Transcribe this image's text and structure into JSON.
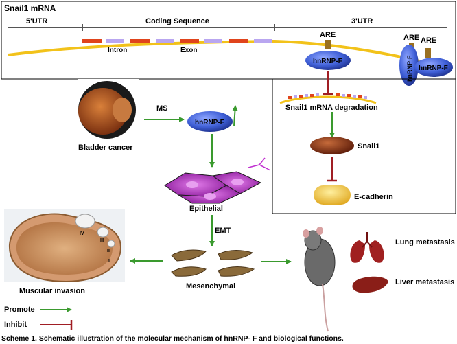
{
  "mrna": {
    "title": "Snail1 mRNA",
    "utr5": "5'UTR",
    "coding": "Coding Sequence",
    "utr3": "3'UTR",
    "intron": "Intron",
    "exon": "Exon"
  },
  "are": {
    "label1": "ARE",
    "label2": "ARE",
    "label3": "ARE"
  },
  "protein": {
    "hnrnp_top": "hnRNP-F",
    "hnrnp_right": "hnRNP-F",
    "hnrnp_vertical": "hnRNP-F",
    "hnrnp_center": "hnRNP-F"
  },
  "pathway": {
    "degradation": "Snail1 mRNA degradation",
    "snail1": "Snail1",
    "ecadherin": "E-cadherin"
  },
  "cells": {
    "bladder_cancer": "Bladder cancer",
    "ms": "MS",
    "epithelial": "Epithelial",
    "emt": "EMT",
    "mesenchymal": "Mesenchymal",
    "muscular_invasion": "Muscular invasion"
  },
  "metastasis": {
    "lung": "Lung metastasis",
    "liver": "Liver metastasis"
  },
  "legend": {
    "promote": "Promote",
    "inhibit": "Inhibit"
  },
  "bladder_stages": [
    "IV",
    "III",
    "II",
    "I"
  ],
  "caption": "Scheme 1. Schematic illustration of the molecular mechanism of hnRNP- F and biological functions.",
  "colors": {
    "promote": "#3a9a2e",
    "inhibit": "#a01e24",
    "protein": "#3f5fd6",
    "mrna_line": "#f2c21a",
    "epithelial": "#b02ec0",
    "snail1": "#7a2a10",
    "ecadherin": "#f0c040"
  }
}
